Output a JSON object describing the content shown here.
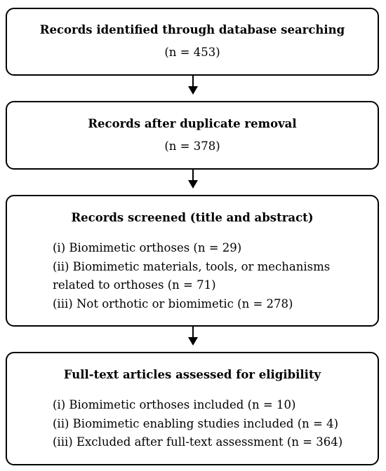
{
  "flow": {
    "identified": {
      "title": "Records identified through database searching",
      "count": "(n = 453)"
    },
    "deduplicated": {
      "title": "Records after duplicate removal",
      "count": "(n = 378)"
    },
    "screened": {
      "title": "Records screened (title and abstract)",
      "items": [
        "(i) Biomimetic orthoses (n = 29)",
        "(ii) Biomimetic materials, tools, or mechanisms",
        "related to orthoses (n = 71)",
        "(iii) Not orthotic or biomimetic (n = 278)"
      ]
    },
    "fulltext": {
      "title": "Full-text articles assessed for eligibility",
      "items": [
        "(i) Biomimetic orthoses included (n = 10)",
        "(ii) Biomimetic enabling studies included (n = 4)",
        "(iii) Excluded after full-text assessment (n = 364)"
      ]
    }
  }
}
